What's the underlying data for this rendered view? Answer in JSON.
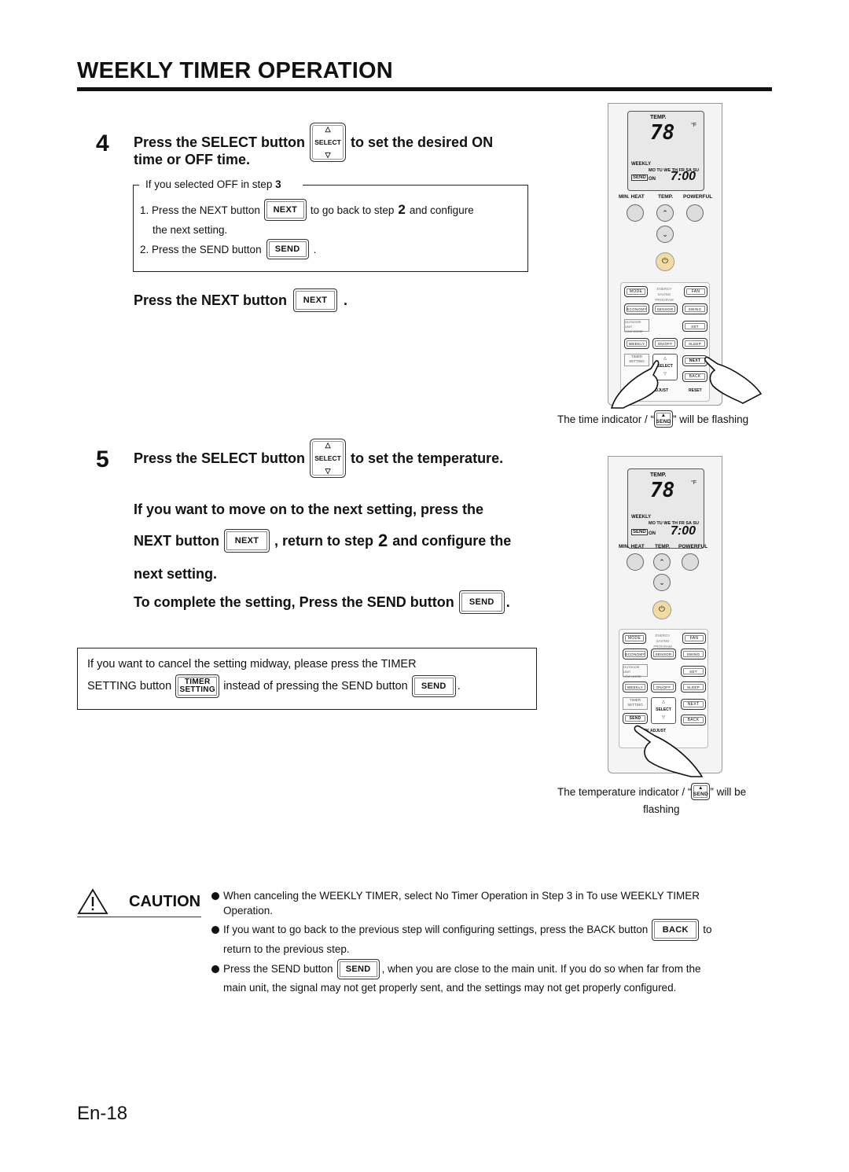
{
  "title": "WEEKLY TIMER OPERATION",
  "buttons": {
    "select": "SELECT",
    "next": "NEXT",
    "send": "SEND",
    "back": "BACK",
    "timer_setting_line1": "TIMER",
    "timer_setting_line2": "SETTING"
  },
  "step4": {
    "number": "4",
    "heading_a": "Press the SELECT button",
    "heading_b": "to set the desired ON",
    "heading_c": "time or OFF time.",
    "box_title_a": "If you selected OFF in step",
    "box_title_b": "3",
    "item1_a": "1. Press the NEXT button",
    "item1_b": "to go back to step",
    "item1_step": "2",
    "item1_c": "and configure",
    "item1_d": "the next setting.",
    "item2_a": "2. Press the SEND button",
    "item2_b": ".",
    "next_a": "Press the NEXT button",
    "next_b": "."
  },
  "step5": {
    "number": "5",
    "heading_a": "Press the SELECT button",
    "heading_b": "to set the temperature.",
    "move_a": "If you want to move on to the next setting, press the",
    "move_b": "NEXT button",
    "move_c": ", return to step",
    "move_step": "2",
    "move_d": "and configure the",
    "move_e": "next setting.",
    "complete_a": "To complete the setting, Press the SEND button",
    "complete_b": ".",
    "cancel_a": "If you want to cancel the setting midway, please press the TIMER",
    "cancel_b": "SETTING button",
    "cancel_c": "instead of pressing the SEND button",
    "cancel_d": "."
  },
  "remote": {
    "temp_label": "TEMP.",
    "temp_value": "78",
    "temp_unit": "°F",
    "weekly": "WEEKLY",
    "days": "MO TU WE TH FR SA SU",
    "on": "ON",
    "time": "7:00",
    "min_heat": "MIN. HEAT",
    "temp": "TEMP.",
    "powerful": "POWERFUL",
    "mode": "MODE",
    "energy": "ENERGY SAVING",
    "fan": "FAN",
    "program": "PROGRAM",
    "economy": "ECONOMY",
    "sensor": "SENSOR",
    "swing": "SWING",
    "outdoor": "OUTDOOR UNIT",
    "low_noise": "LOW NOISE",
    "set": "SET",
    "weekly_btn": "WEEKLY",
    "on_off": "ON/OFF",
    "sleep": "SLEEP",
    "timer": "TIMER",
    "setting": "SETTING",
    "select": "SELECT",
    "next": "NEXT",
    "send": "SEND",
    "back": "BACK",
    "adjust": "ADJUST",
    "reset": "RESET",
    "clock_adjust": "CLOCK ADJUST"
  },
  "captions": {
    "time_a": "The time indicator / “",
    "time_b": "” will be flashing",
    "temp_a": "The temperature indicator / “",
    "temp_b": "” will be",
    "temp_c": "flashing"
  },
  "caution": {
    "label": "CAUTION",
    "b1_a": "When canceling the WEEKLY TIMER, select No Timer Operation in Step 3 in To use WEEKLY TIMER",
    "b1_b": "Operation.",
    "b2_a": "If you want to go back to the previous step will configuring settings, press the BACK button",
    "b2_b": "to",
    "b2_c": "return to the previous step.",
    "b3_a": "Press the SEND button",
    "b3_b": ", when you are close to the main unit. If you do so when far from the",
    "b3_c": "main unit, the signal may not get properly sent, and the settings may not get properly configured."
  },
  "footer": {
    "page": "En-18"
  }
}
